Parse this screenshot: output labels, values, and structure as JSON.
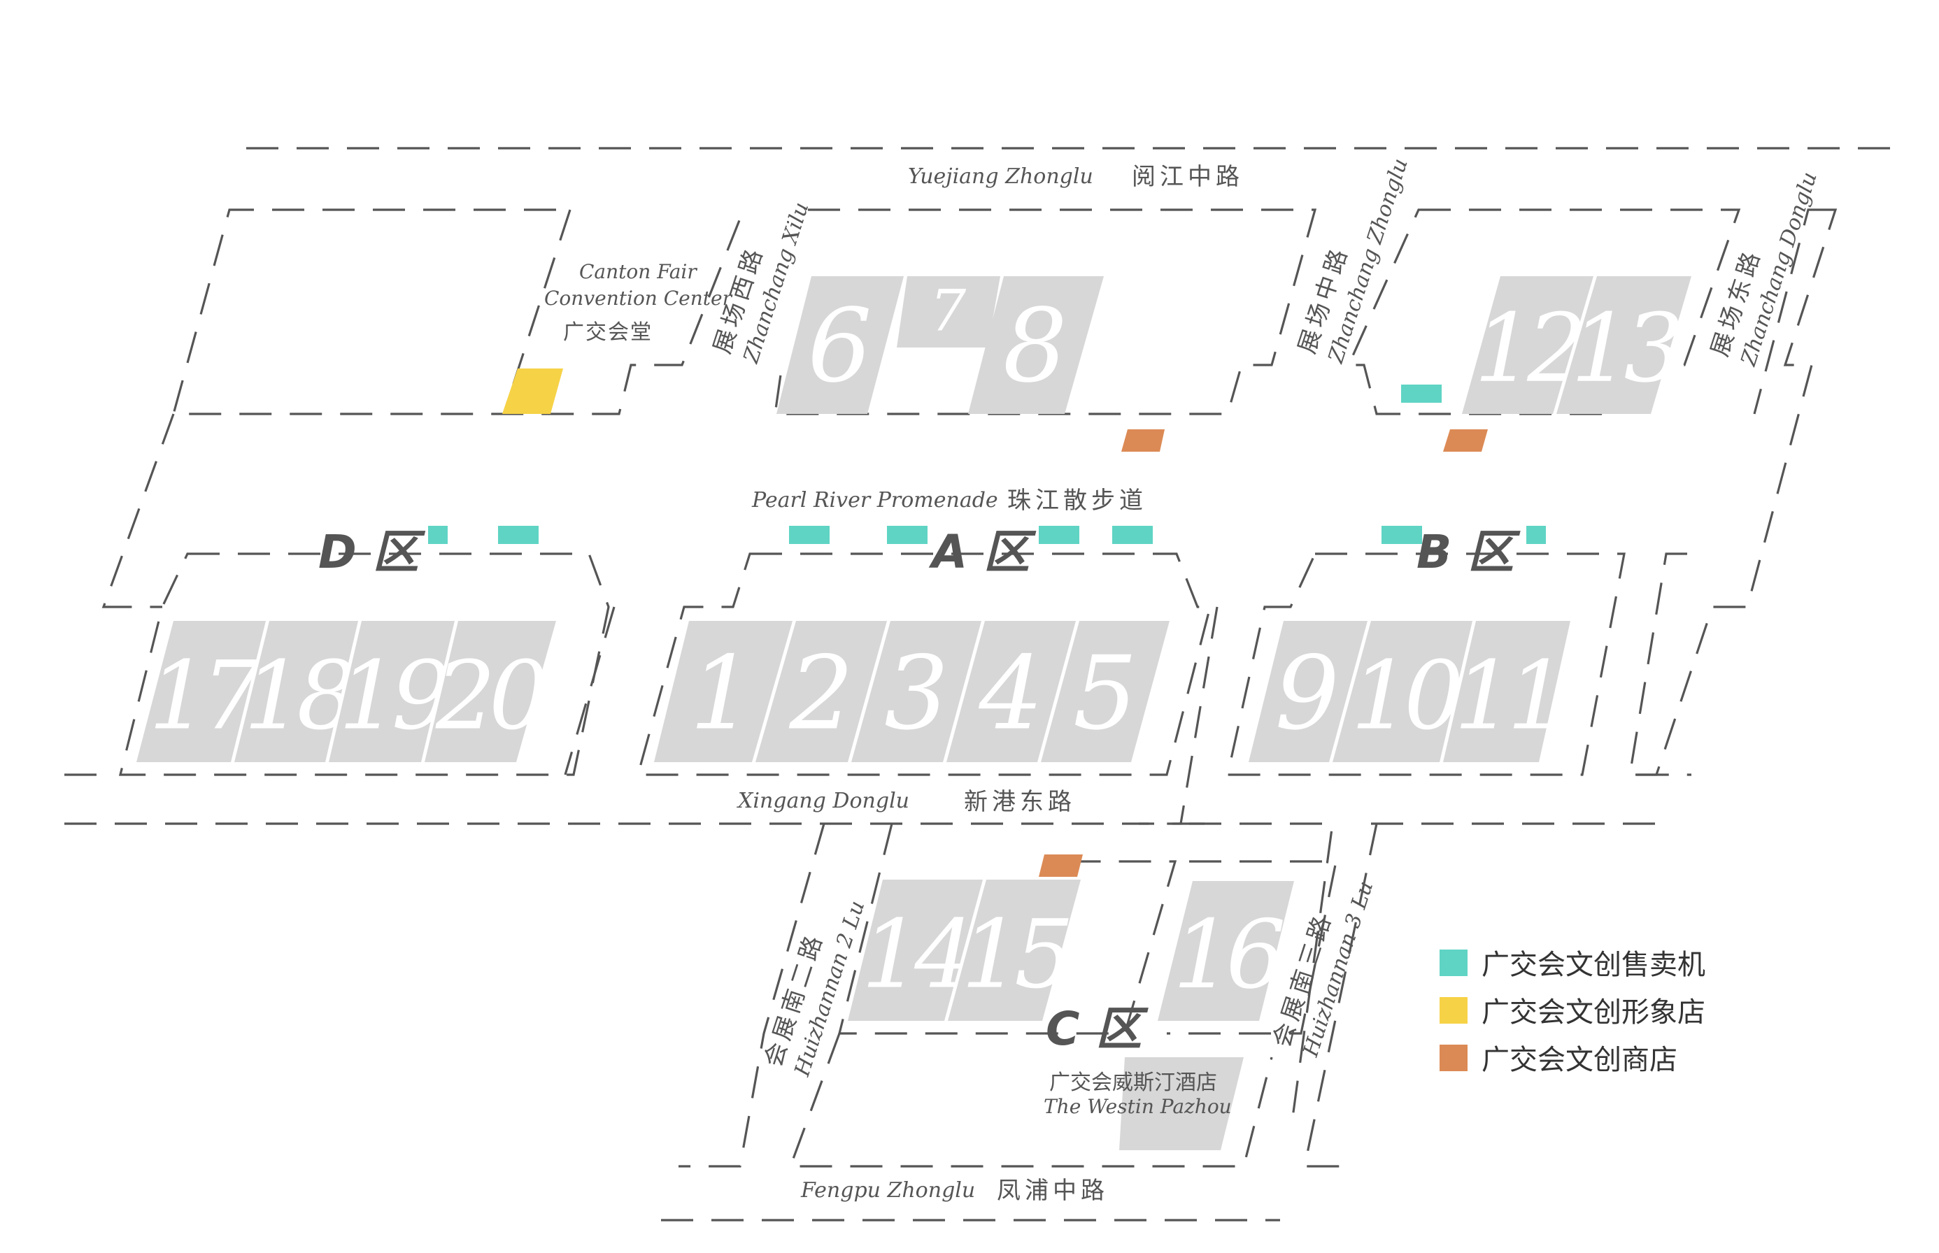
{
  "colors": {
    "hall": "#d7d7d7",
    "line": "#555555",
    "vending": "#5fd4c4",
    "image_store": "#f6d246",
    "shop": "#dc8a55"
  },
  "halls": [
    {
      "id": "h1",
      "label": "1"
    },
    {
      "id": "h2",
      "label": "2"
    },
    {
      "id": "h3",
      "label": "3"
    },
    {
      "id": "h4",
      "label": "4"
    },
    {
      "id": "h5",
      "label": "5"
    },
    {
      "id": "h6",
      "label": "6"
    },
    {
      "id": "h7",
      "label": "7"
    },
    {
      "id": "h8",
      "label": "8"
    },
    {
      "id": "h9",
      "label": "9"
    },
    {
      "id": "h10",
      "label": "10"
    },
    {
      "id": "h11",
      "label": "11"
    },
    {
      "id": "h12",
      "label": "12"
    },
    {
      "id": "h13",
      "label": "13"
    },
    {
      "id": "h14",
      "label": "14"
    },
    {
      "id": "h15",
      "label": "15"
    },
    {
      "id": "h16",
      "label": "16"
    },
    {
      "id": "h17",
      "label": "17"
    },
    {
      "id": "h18",
      "label": "18"
    },
    {
      "id": "h19",
      "label": "19"
    },
    {
      "id": "h20",
      "label": "20"
    }
  ],
  "zones": {
    "a": "A 区",
    "b": "B 区",
    "c": "C 区",
    "d": "D 区"
  },
  "roads": {
    "yuejiang_en": "Yuejiang Zhonglu",
    "yuejiang_cn": "阅江中路",
    "pearl_en": "Pearl River Promenade",
    "pearl_cn": "珠江散步道",
    "xingang_en": "Xingang Donglu",
    "xingang_cn": "新港东路",
    "fengpu_en": "Fengpu Zhonglu",
    "fengpu_cn": "凤浦中路",
    "zhanchang_xi_cn": "展场西路",
    "zhanchang_xi_en": "Zhanchang Xilu",
    "zhanchang_zhong_cn": "展场中路",
    "zhanchang_zhong_en": "Zhanchang Zhonglu",
    "zhanchang_dong_cn": "展场东路",
    "zhanchang_dong_en": "Zhanchang Donglu",
    "huizhan2_cn": "会展南二路",
    "huizhan2_en": "Huizhannan 2 Lu",
    "huizhan3_cn": "会展南三路",
    "huizhan3_en": "Huizhannan 3 Lu"
  },
  "places": {
    "convention_en_1": "Canton Fair",
    "convention_en_2": "Convention Center",
    "convention_cn": "广交会堂",
    "westin_cn": "广交会威斯汀酒店",
    "westin_en": "The Westin Pazhou"
  },
  "legend": [
    {
      "label": "广交会文创售卖机",
      "color": "#5fd4c4"
    },
    {
      "label": "广交会文创形象店",
      "color": "#f6d246"
    },
    {
      "label": "广交会文创商店",
      "color": "#dc8a55"
    }
  ]
}
